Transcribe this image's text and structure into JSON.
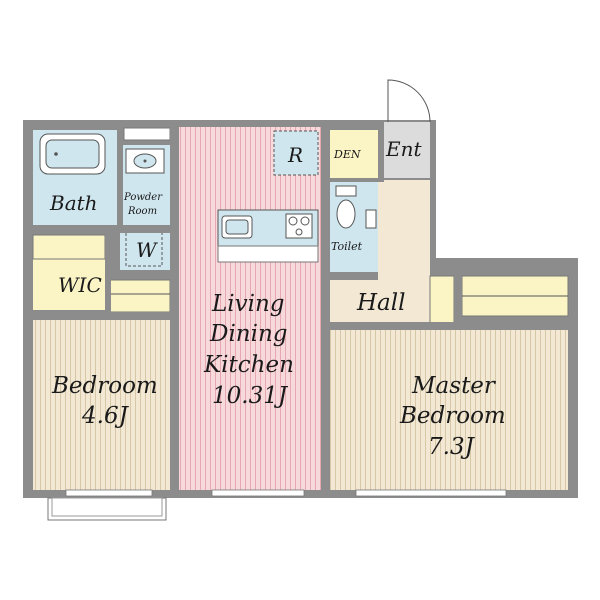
{
  "rooms": {
    "bath": "Bath",
    "powder_room_line1": "Powder",
    "powder_room_line2": "Room",
    "washer": "W",
    "wic": "WIC",
    "bedroom_name": "Bedroom",
    "bedroom_size": "4.6J",
    "ldk_line1": "Living",
    "ldk_line2": "Dining",
    "ldk_line3": "Kitchen",
    "ldk_size": "10.31J",
    "refrigerator": "R",
    "den": "DEN",
    "entrance": "Ent",
    "toilet": "Toilet",
    "hall": "Hall",
    "master_line1": "Master",
    "master_line2": "Bedroom",
    "master_size": "7.3J"
  },
  "colors": {
    "wall": "#8c8c8c",
    "wet_area": "#cfe6ef",
    "storage": "#fbf5c6",
    "wood_floor": "#f2e8d4",
    "ldk_floor": "#f7d9dc",
    "ldk_stripe": "#e7a9b1",
    "bedroom_stripe": "#d6c7a6",
    "entrance_tile": "#dcdcdc"
  }
}
